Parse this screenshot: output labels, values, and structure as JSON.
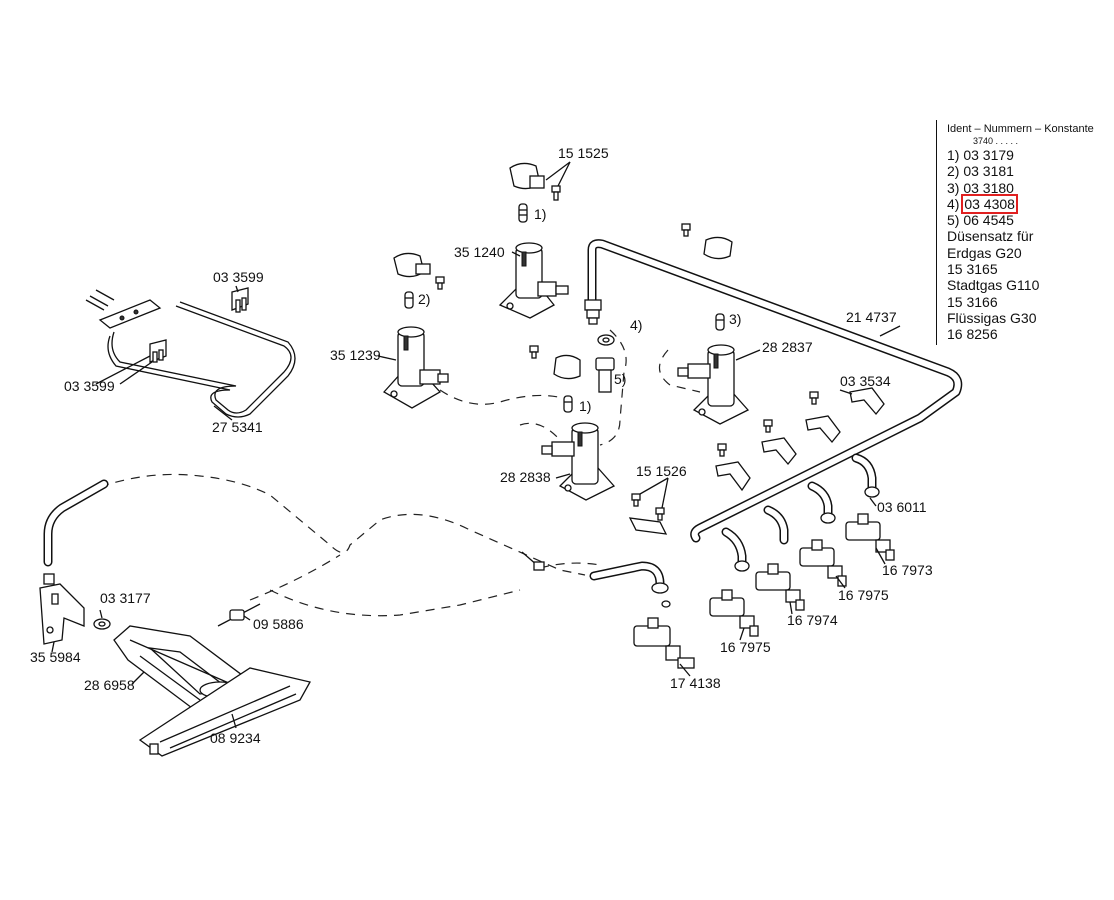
{
  "legend": {
    "header": "Ident – Nummern – Konstante",
    "subheader": "3740  .  .  .  .  .",
    "variants": [
      {
        "index": "1)",
        "number": "03 3179",
        "highlighted": false
      },
      {
        "index": "2)",
        "number": "03 3181",
        "highlighted": false
      },
      {
        "index": "3)",
        "number": "03 3180",
        "highlighted": false
      },
      {
        "index": "4)",
        "number": "03 4308",
        "highlighted": true
      },
      {
        "index": "5)",
        "number": "06 4545",
        "highlighted": false
      }
    ],
    "nozzle_sets": [
      {
        "label_line1": "Düsensatz für",
        "label_line2": "Erdgas G20",
        "number": "15 3165"
      },
      {
        "label": "Stadtgas G110",
        "number": "15 3166"
      },
      {
        "label": "Flüssigas G30",
        "number": "16 8256"
      }
    ],
    "highlight_color": "#e02020"
  },
  "labels": {
    "l_151525": "15 1525",
    "l_351240": "35 1240",
    "l_351239": "35 1239",
    "l_033599a": "03 3599",
    "l_033599b": "03 3599",
    "l_275341": "27 5341",
    "l_214737": "21 4737",
    "l_282837": "28 2837",
    "l_033534": "03 3534",
    "l_282838": "28 2838",
    "l_151526": "15 1526",
    "l_036011": "03 6011",
    "l_167973": "16 7973",
    "l_167975a": "16 7975",
    "l_167974": "16 7974",
    "l_167975b": "16 7975",
    "l_174138": "17 4138",
    "l_095886": "09 5886",
    "l_033177": "03 3177",
    "l_355984": "35 5984",
    "l_286958": "28 6958",
    "l_089234": "08 9234",
    "m_1a": "1)",
    "m_2": "2)",
    "m_3": "3)",
    "m_4": "4)",
    "m_5": "5)",
    "m_1b": "1)"
  }
}
